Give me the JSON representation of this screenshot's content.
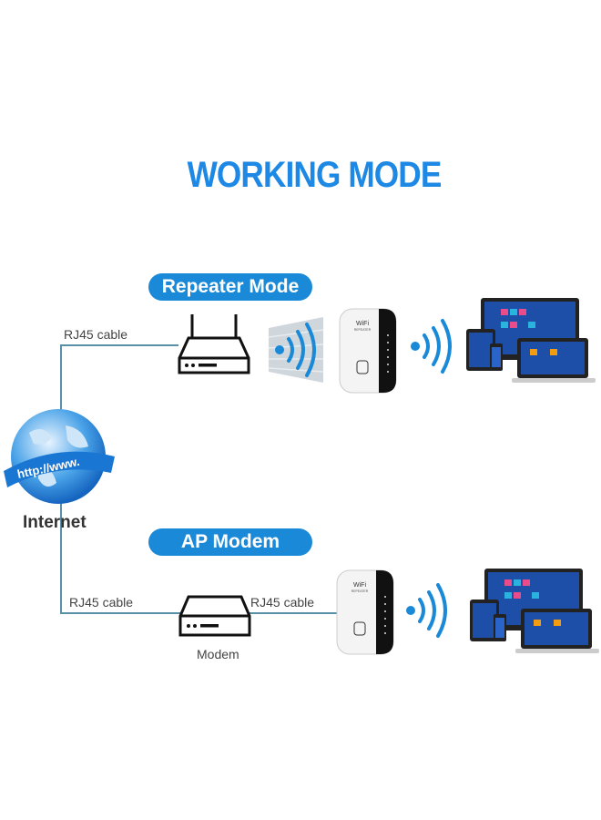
{
  "title": "WORKING MODE",
  "repeater_mode": {
    "label": "Repeater Mode",
    "cable_label": "RJ45 cable"
  },
  "internet": {
    "label": "Internet",
    "globe_text": "http://www."
  },
  "ap_mode": {
    "label": "AP Modem",
    "cable_left_label": "RJ45 cable",
    "cable_right_label": "RJ45 cable",
    "modem_label": "Modem"
  },
  "repeater_device": {
    "brand": "WiFi",
    "sub": "REPEATER"
  },
  "colors": {
    "accent": "#1e88e5",
    "pill": "#1a8ad8",
    "cable": "#5a8fa8"
  }
}
